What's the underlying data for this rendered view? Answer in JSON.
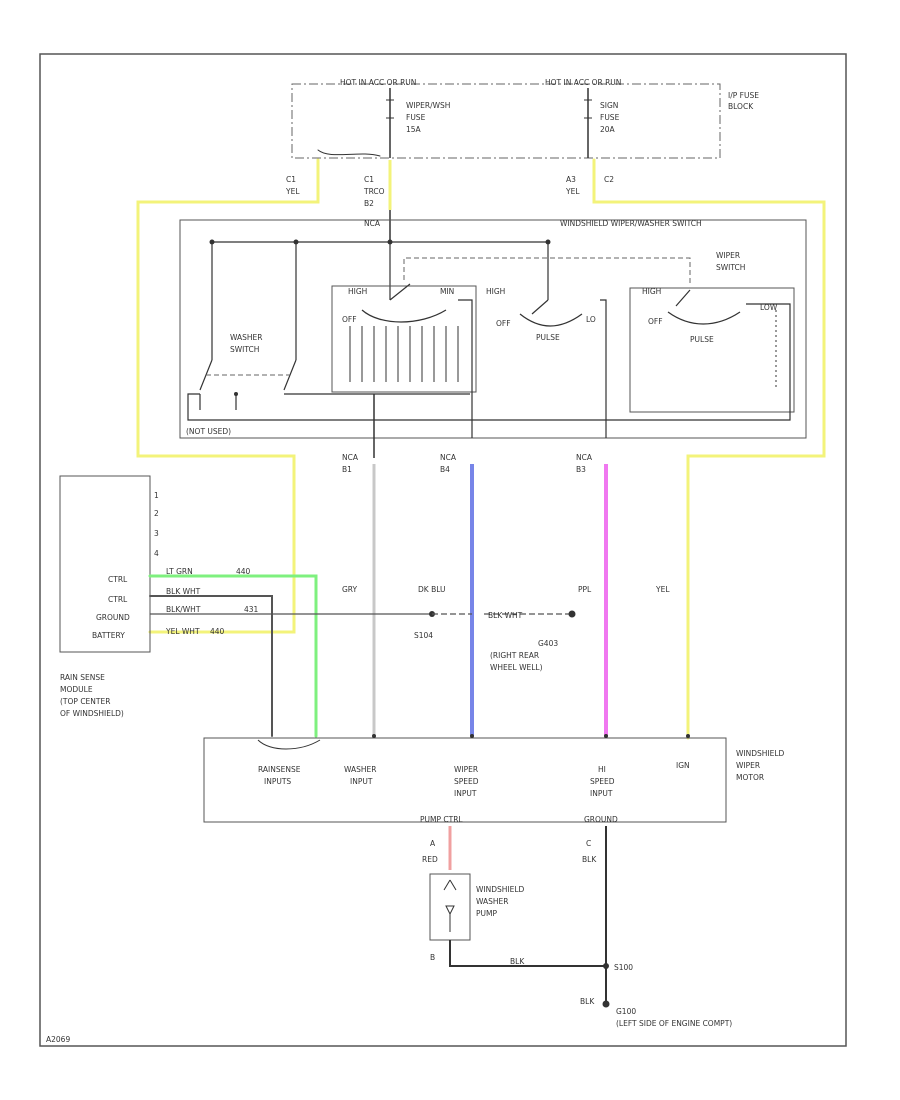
{
  "fuse_block": {
    "hot_left": "HOT IN ACC OR RUN",
    "hot_right": "HOT IN ACC OR RUN",
    "fuse1": [
      "WIPER/WSH",
      "FUSE",
      "15A"
    ],
    "fuse2": [
      "SIGN",
      "FUSE",
      "20A"
    ],
    "block_name": [
      "I/P FUSE",
      "BLOCK"
    ]
  },
  "connectors": {
    "c1_left": [
      "C1",
      "YEL"
    ],
    "c1_mid": [
      "C1",
      "TRCO",
      "B2"
    ],
    "c2_right": [
      "A3",
      "YEL"
    ],
    "c2_label": "C2"
  },
  "switch_assembly": {
    "title": "WINDSHIELD WIPER/WASHER SWITCH",
    "washer_switch": [
      "WASHER",
      "SWITCH"
    ],
    "wiper_switch": [
      "WIPER",
      "SWITCH"
    ],
    "not_used": "(NOT USED)",
    "sw_b_labels": [
      "HIGH",
      "MIN",
      "OFF"
    ],
    "sw_c_labels": [
      "HIGH",
      "OFF",
      "LO",
      "PULSE"
    ],
    "sw_d_labels": [
      "HIGH",
      "OFF",
      "LOW",
      "PULSE"
    ],
    "row_label": "NCA",
    "out_labels": [
      [
        "NCA",
        "B1"
      ],
      [
        "NCA",
        "B4"
      ],
      [
        "NCA",
        "B3"
      ]
    ]
  },
  "wires": {
    "gry": "GRY",
    "dk_blu": "DK BLU",
    "ppl": "PPL",
    "yel": "YEL",
    "red": "RED",
    "blk": "BLK",
    "blk2": "BLK",
    "blk_wht": "BLK WHT"
  },
  "module": {
    "pins": [
      "1",
      "2",
      "3",
      "4"
    ],
    "labels": [
      "CTRL",
      "CTRL",
      "GROUND",
      "BATTERY"
    ],
    "wire_labels": [
      "LT GRN",
      "BLK WHT",
      "BLK/WHT",
      "YEL WHT"
    ],
    "wire_tags": [
      "440",
      "",
      "431",
      "440"
    ],
    "name": [
      "RAIN SENSE",
      "MODULE",
      "(TOP CENTER",
      "OF WINDSHIELD)"
    ]
  },
  "splice": {
    "s": "S104",
    "ground": [
      "G403",
      "(RIGHT REAR",
      "WHEEL WELL)"
    ]
  },
  "motor": {
    "inputs": [
      [
        "RAINSENSE",
        "INPUTS"
      ],
      [
        "WASHER",
        "INPUT"
      ],
      [
        "WIPER",
        "SPEED",
        "INPUT"
      ],
      [
        "HI",
        "SPEED",
        "INPUT"
      ],
      [
        "IGN"
      ]
    ],
    "name": [
      "WINDSHIELD",
      "WIPER",
      "MOTOR"
    ],
    "bottom": [
      "PUMP CTRL",
      "GROUND"
    ],
    "pin_a": "A",
    "pin_c": "C"
  },
  "pump": {
    "name": [
      "WINDSHIELD",
      "WASHER",
      "PUMP"
    ],
    "pin_b": "B"
  },
  "grounds": {
    "s_bottom": "S100",
    "g": [
      "G100",
      "(LEFT SIDE OF ENGINE COMPT)"
    ]
  },
  "footer": "A2069"
}
